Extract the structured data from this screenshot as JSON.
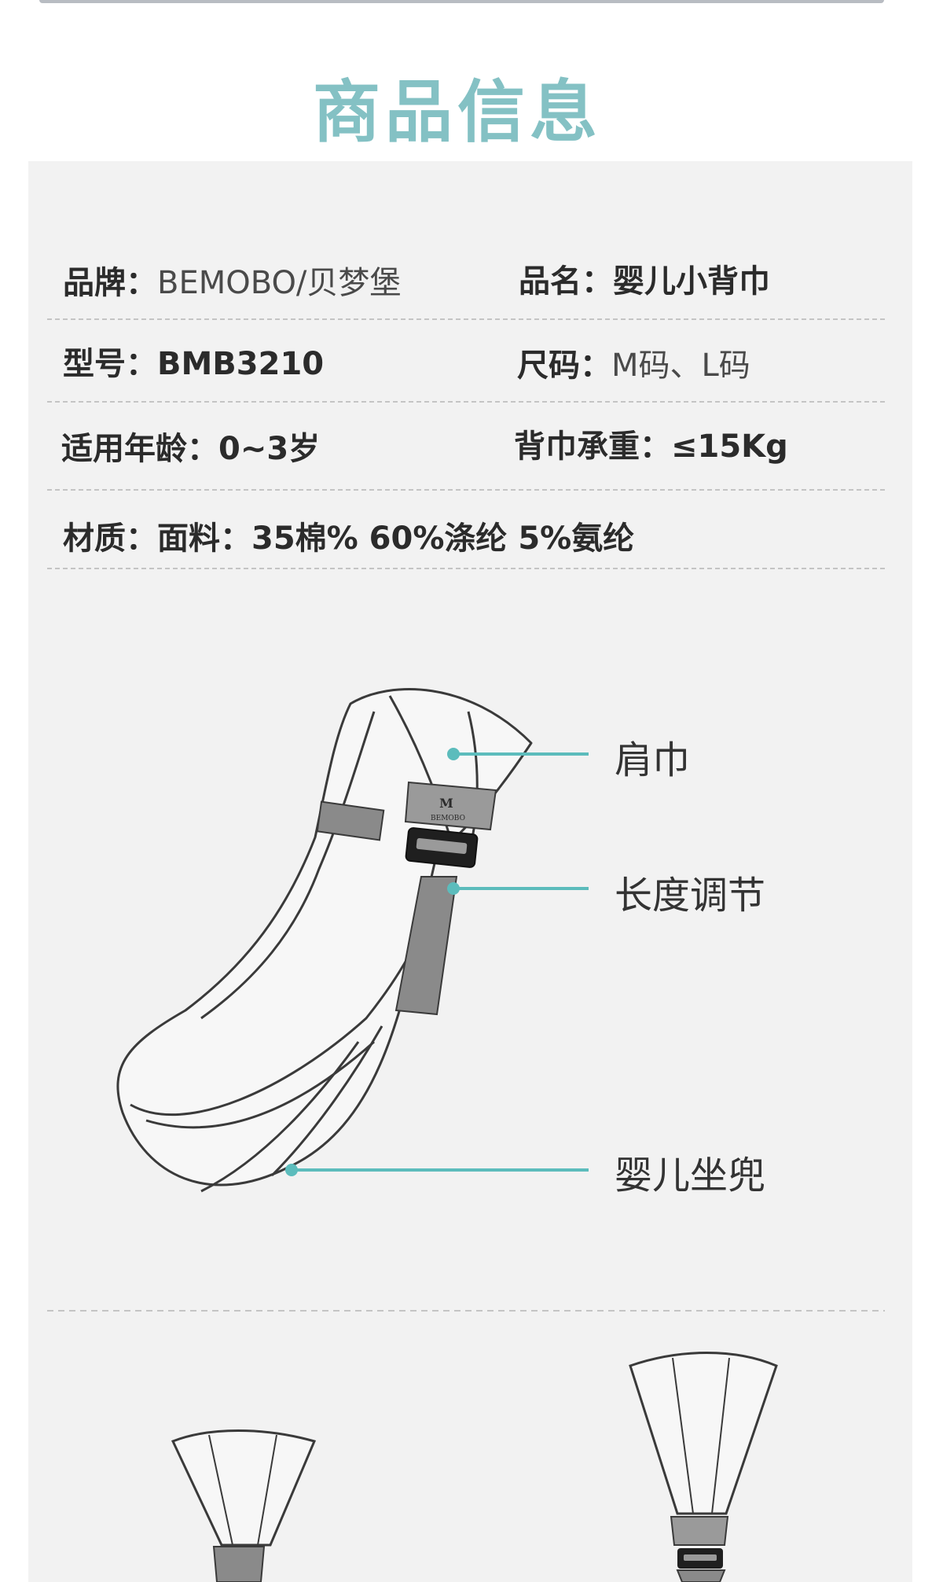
{
  "section_title": "商品信息",
  "specs": [
    {
      "label": "品牌：",
      "value": "BEMOBO/贝梦堡"
    },
    {
      "label": "品名：",
      "value": "婴儿小背巾"
    },
    {
      "label": "型号：",
      "value": "BMB3210"
    },
    {
      "label": "尺码：",
      "value": "M码、L码"
    },
    {
      "label": "适用年龄：",
      "value": "0~3岁"
    },
    {
      "label": "背巾承重：",
      "value": "≤15Kg"
    },
    {
      "label": "材质：",
      "value": "面料：35棉% 60%涤纶 5%氨纶"
    }
  ],
  "diagram": {
    "callouts": [
      "肩巾",
      "长度调节",
      "婴儿坐兜"
    ],
    "buckle_logo_text": "BEMOBO",
    "buckle_logo_letter": "M",
    "accent_color": "#5cbcbc"
  },
  "colors": {
    "title": "#84c1c4",
    "panel": "#f2f2f2",
    "strap_gray": "#8a8a8a"
  }
}
